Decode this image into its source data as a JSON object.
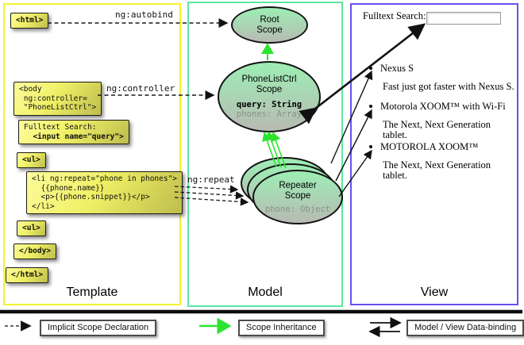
{
  "colors": {
    "template_border": "#f2f22e",
    "model_border": "#5ce6a2",
    "view_border": "#6a4ff0",
    "code_box_yellow": "#f0f066",
    "scope_green": "#9feab4",
    "inheritance_arrow_green": "#2ee32e"
  },
  "template": {
    "html_open": "<html>",
    "body_open": "<body\n ng:controller=\n \"PhoneListCtrl\">",
    "fulltext_label": "Fulltext Search:",
    "fulltext_input": "  <input name=\"query\">",
    "ul_open": "<ul>",
    "li_repeat": "<li ng:repeat=\"phone in phones\">\n  {{phone.name}}\n  <p>{{phone.snippet}}</p>\n</li>",
    "ul_close": "<ul>",
    "body_close": "</body>",
    "html_close": "</html>",
    "footer": "Template"
  },
  "directives": {
    "autobind": "ng:autobind",
    "controller": "ng:controller",
    "repeat": "ng:repeat"
  },
  "model": {
    "root_scope": "Root\nScope",
    "phonelist_scope": "PhoneListCtrl\nScope",
    "phonelist_query": "query: String",
    "phonelist_phones": "phones: Array",
    "repeater_scope": "Repeater\nScope",
    "repeater_phone": "phone: Object",
    "footer": "Model"
  },
  "view": {
    "search_label": "Fulltext Search:",
    "search_value": "",
    "items": [
      {
        "name": "Nexus S",
        "snippet": "Fast just got faster with Nexus S."
      },
      {
        "name": "Motorola XOOM™ with Wi-Fi",
        "snippet": "The Next, Next Generation tablet."
      },
      {
        "name": "MOTOROLA XOOM™",
        "snippet": "The Next, Next Generation tablet."
      }
    ],
    "footer": "View"
  },
  "legend": {
    "implicit": "Implicit Scope Declaration",
    "inheritance": "Scope Inheritance",
    "binding": "Model / View Data-binding"
  }
}
